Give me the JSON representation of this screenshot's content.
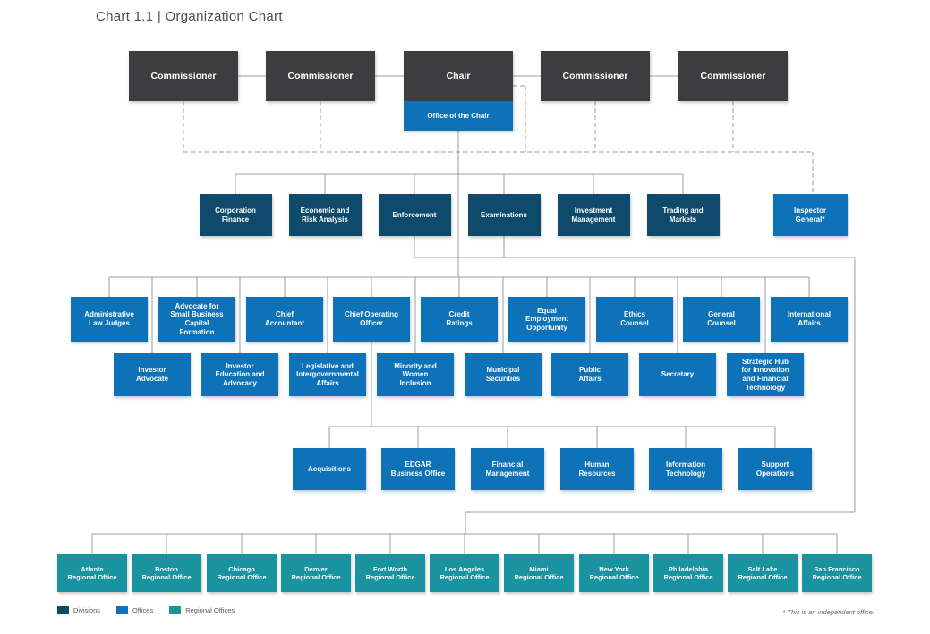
{
  "title": "Chart 1.1 | Organization Chart",
  "footnote": "* This is an independent office.",
  "legend": [
    {
      "label": "Divisions",
      "color": "#0d4a6b"
    },
    {
      "label": "Offices",
      "color": "#0e72b8"
    },
    {
      "label": "Regional Offices",
      "color": "#1a93a1"
    }
  ],
  "colors": {
    "leadership": "#3d3d3f",
    "division": "#0d4a6b",
    "office": "#0e72b8",
    "regional": "#1a93a1",
    "connector": "#9c9c9c"
  },
  "org": {
    "leadership": [
      "Commissioner",
      "Commissioner",
      "Chair",
      "Commissioner",
      "Commissioner"
    ],
    "office_of_chair": "Office of the Chair",
    "divisions": [
      "Corporation\nFinance",
      "Economic and\nRisk Analysis",
      "Enforcement",
      "Examinations",
      "Investment\nManagement",
      "Trading and\nMarkets"
    ],
    "independent_office": "Inspector\nGeneral*",
    "offices_row1": [
      "Administrative\nLaw Judges",
      "Advocate for\nSmall Business\nCapital\nFormation",
      "Chief\nAccountant",
      "Chief Operating\nOfficer",
      "Credit\nRatings",
      "Equal\nEmployment\nOpportunity",
      "Ethics\nCounsel",
      "General\nCounsel",
      "International\nAffairs"
    ],
    "offices_row2": [
      "Investor\nAdvocate",
      "Investor\nEducation and\nAdvocacy",
      "Legislative and\nIntergovernmental\nAffairs",
      "Minority and\nWomen\nInclusion",
      "Municipal\nSecurities",
      "Public\nAffairs",
      "Secretary",
      "Strategic Hub\nfor Innovation\nand Financial\nTechnology"
    ],
    "offices_row3": [
      "Acquisitions",
      "EDGAR\nBusiness Office",
      "Financial\nManagement",
      "Human\nResources",
      "Information\nTechnology",
      "Support\nOperations"
    ],
    "regional_offices": [
      "Atlanta\nRegional Office",
      "Boston\nRegional Office",
      "Chicago\nRegional Office",
      "Denver\nRegional Office",
      "Fort Worth\nRegional Office",
      "Los Angeles\nRegional Office",
      "Miami\nRegional Office",
      "New York\nRegional Office",
      "Philadelphia\nRegional Office",
      "Salt Lake\nRegional Office",
      "San Francisco\nRegional Office"
    ]
  }
}
